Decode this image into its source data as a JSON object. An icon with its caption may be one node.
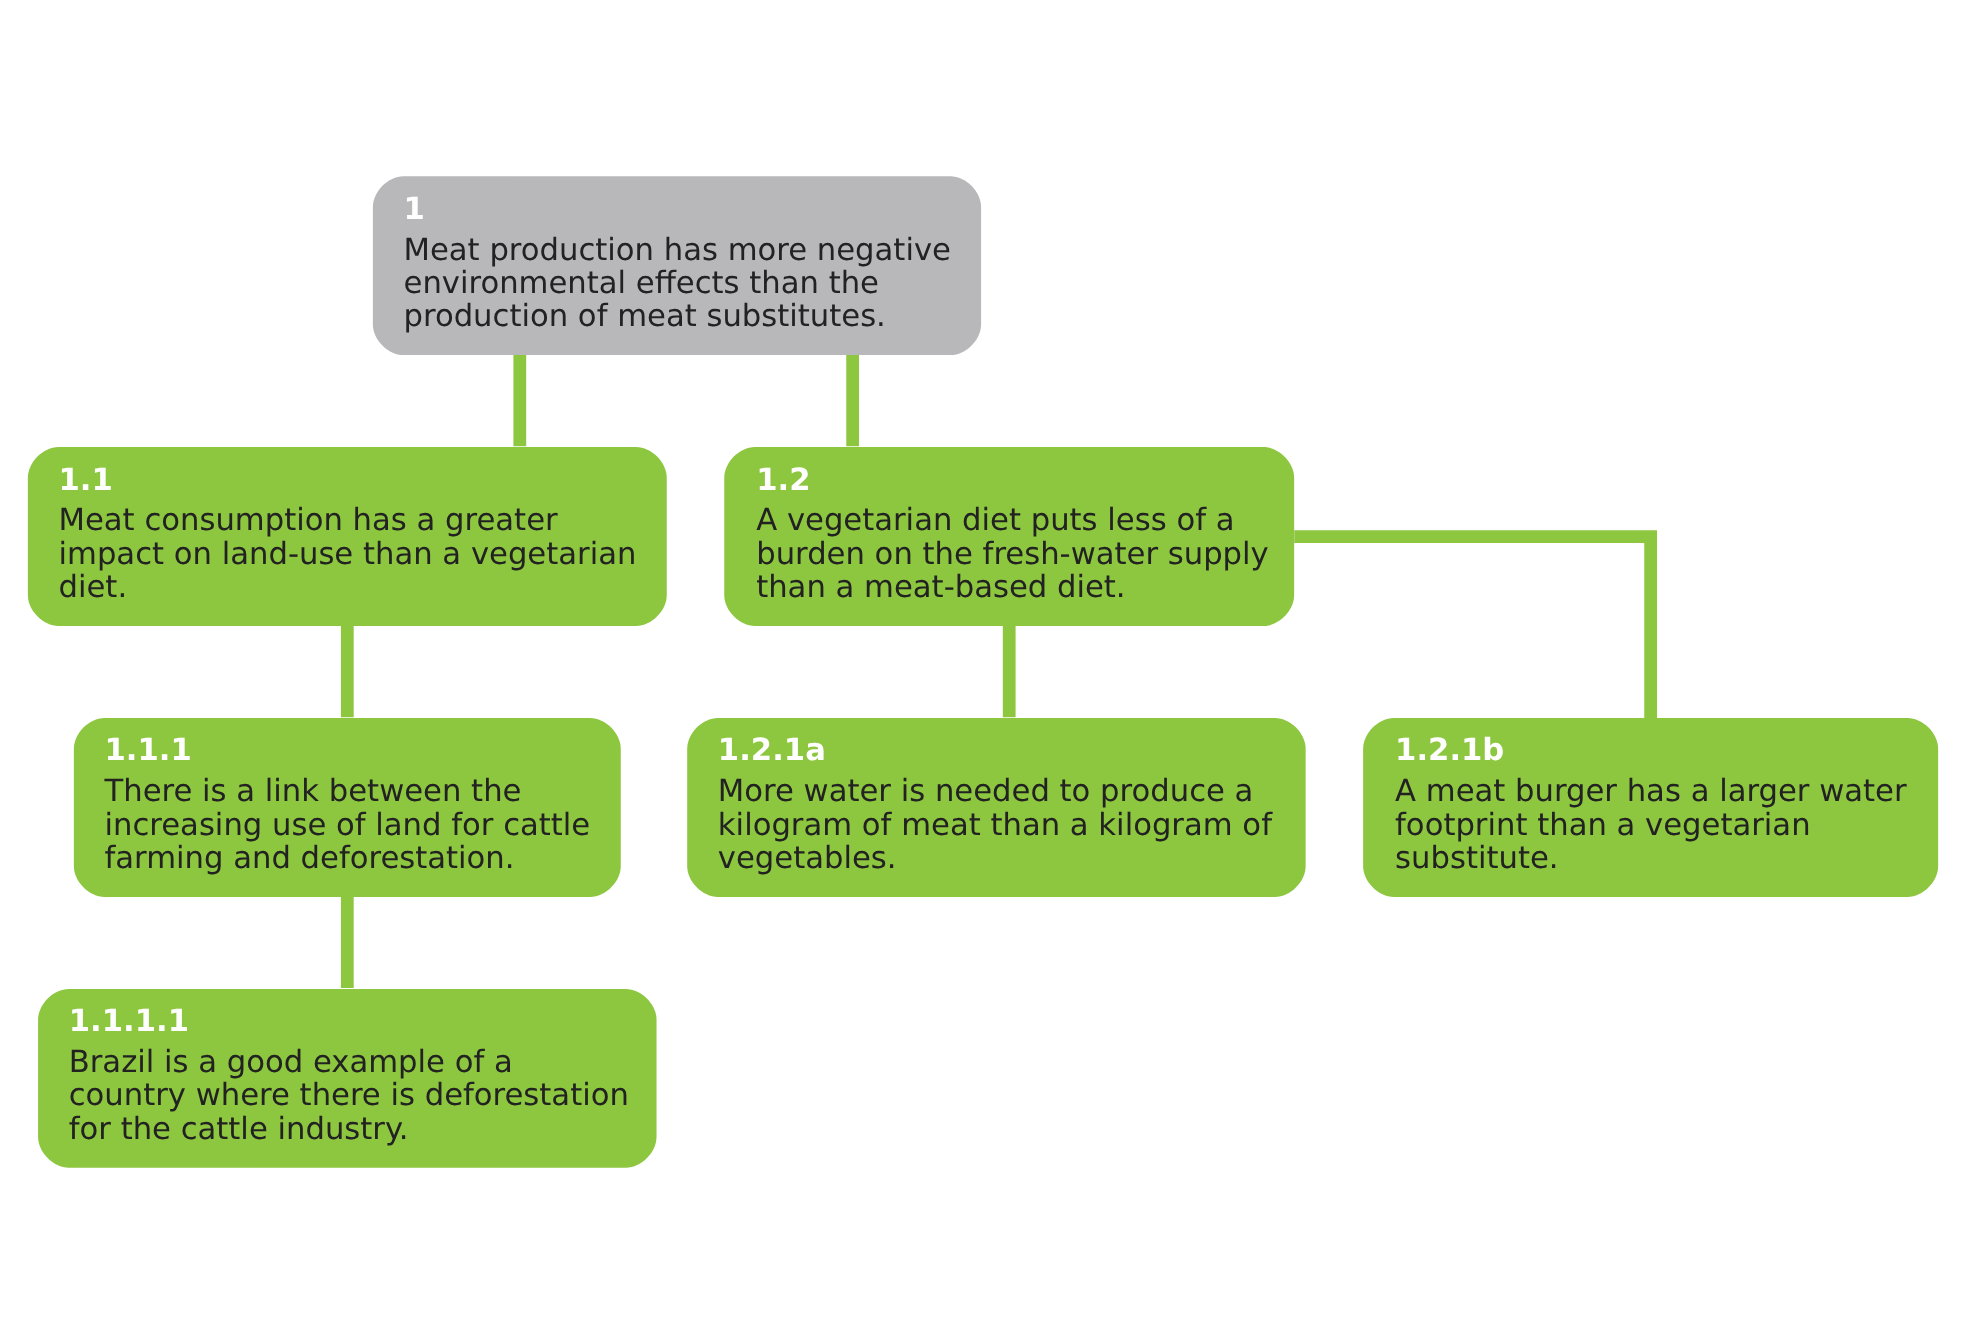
{
  "diagram": {
    "nodes": [
      {
        "text": [
          "1",
          "Meat production has more negative environmental effects than the production of meat substitutes."
        ]
      },
      {
        "text": [
          "1.1",
          "Meat consumption has a greater impact on land-use than a vegetarian diet."
        ]
      },
      {
        "text": [
          "1.2",
          "A vegetarian diet puts less of a burden on the fresh-water supply than a meat-based diet."
        ]
      },
      {
        "text": [
          "1.1.1",
          "There is a link between the increasing use of land for cattle farming and deforestation."
        ]
      },
      {
        "text": [
          "1.1.1.1",
          "Brazil is a good example of a country where there is deforestation for the cattle industry."
        ]
      },
      {
        "text": [
          "1.2.1a",
          "More water is needed to produce a kilogram of meat than a kilogram of vegetables."
        ]
      },
      {
        "text": [
          "1.2.1b",
          "A meat burger has a larger water footprint than a vegetarian substitute."
        ]
      }
    ],
    "edges": [
      {
        "from": 0,
        "to": 1,
        "arrow": "none"
      },
      {
        "from": 0,
        "to": 2,
        "arrow": "none"
      },
      {
        "from": 1,
        "to": 3,
        "arrow": "none"
      },
      {
        "from": 3,
        "to": 4,
        "arrow": "none"
      },
      {
        "from": 2,
        "to": 5,
        "arrow": "none"
      },
      {
        "from": 2,
        "to": 6,
        "arrow": "none"
      }
    ]
  }
}
